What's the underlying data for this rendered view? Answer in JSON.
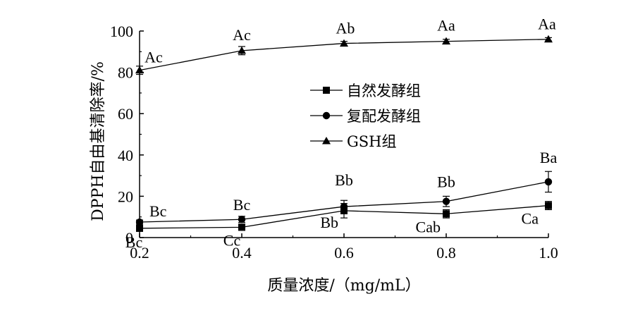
{
  "chart_data": {
    "type": "line",
    "xlabel": "质量浓度/（mg/mL）",
    "ylabel": "DPPH自由基清除率/%",
    "x": [
      0.2,
      0.4,
      0.6,
      0.8,
      1.0
    ],
    "xlim": [
      0.2,
      1.0
    ],
    "ylim": [
      0,
      100
    ],
    "xticks": [
      "0.2",
      "0.4",
      "0.6",
      "0.8",
      "1.0"
    ],
    "yticks": [
      "0",
      "20",
      "40",
      "60",
      "80",
      "100"
    ],
    "grid": false,
    "legend_position": "center-right",
    "series": [
      {
        "name": "自然发酵组",
        "marker": "square",
        "values": [
          4.5,
          5.0,
          13.0,
          11.5,
          15.5
        ],
        "errors": [
          1.5,
          1.5,
          3.5,
          2.0,
          2.0
        ],
        "labels": [
          "Bc",
          "Cc",
          "Bb",
          "Cab",
          "Ca"
        ]
      },
      {
        "name": "复配发酵组",
        "marker": "circle",
        "values": [
          7.5,
          8.8,
          15.0,
          17.5,
          27.0
        ],
        "errors": [
          1.0,
          1.5,
          3.0,
          2.5,
          5.0
        ],
        "labels": [
          "Bc",
          "Bc",
          "Bb",
          "Bb",
          "Ba"
        ]
      },
      {
        "name": "GSH组",
        "marker": "triangle",
        "values": [
          81.0,
          90.5,
          94.0,
          95.0,
          96.0
        ],
        "errors": [
          2.0,
          2.0,
          1.0,
          1.0,
          0.8
        ],
        "labels": [
          "Ac",
          "Ac",
          "Ab",
          "Aa",
          "Aa"
        ]
      }
    ]
  }
}
